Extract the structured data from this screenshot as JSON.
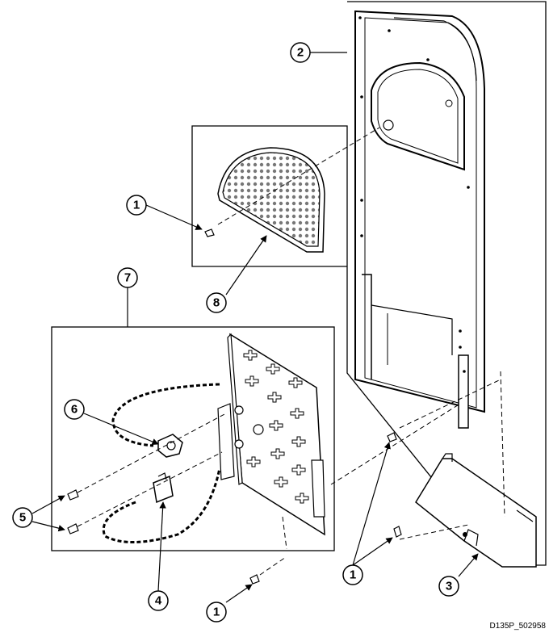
{
  "callouts": {
    "c1a": "1",
    "c1b": "1",
    "c1c": "1",
    "c2": "2",
    "c3": "3",
    "c4": "4",
    "c5": "5",
    "c6": "6",
    "c7": "7",
    "c8": "8"
  },
  "drawing_code": "D135P_502958"
}
